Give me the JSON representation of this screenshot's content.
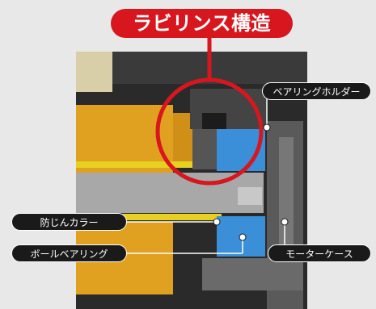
{
  "title": "ラビリンス構造",
  "labels": {
    "bearing_holder": "ベアリングホルダー",
    "dust_collar": "防じんカラー",
    "ball_bearing": "ボールベアリング",
    "motor_case": "モーターケース"
  },
  "colors": {
    "accent_red": "#d8161e",
    "label_bg": "#1a1a1a",
    "bearing_blue": "#3a8fd8",
    "housing_orange": "#e0a020",
    "shaft_gray": "#a8a8a8"
  }
}
